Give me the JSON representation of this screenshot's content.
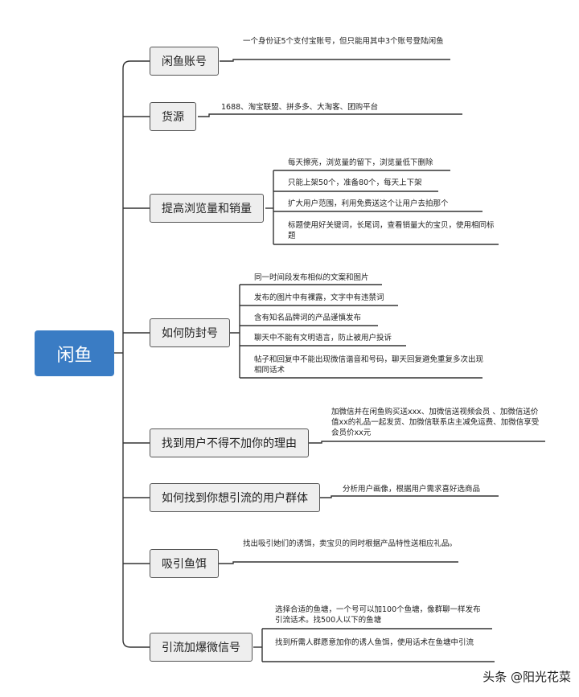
{
  "root": {
    "label": "闲鱼"
  },
  "branches": [
    {
      "label": "闲鱼账号",
      "leaves": [
        "一个身份证5个支付宝账号，但只能用其中3个账号登陆闲鱼"
      ]
    },
    {
      "label": "货源",
      "leaves": [
        "1688、淘宝联盟、拼多多、大淘客、团购平台"
      ]
    },
    {
      "label": "提高浏览量和销量",
      "leaves": [
        "每天擦亮，浏览量的留下，浏览量低下删除",
        "只能上架50个，准备80个，每天上下架",
        "扩大用户范围，利用免费送这个让用户去拍那个",
        "标题使用好关键词，长尾词，查看销量大的宝贝，使用相同标题"
      ]
    },
    {
      "label": "如何防封号",
      "leaves": [
        "同一时间段发布相似的文案和图片",
        "发布的图片中有裸露，文字中有违禁词",
        "含有知名品牌词的产品谨慎发布",
        "聊天中不能有文明语言，防止被用户投诉",
        "帖子和回复中不能出现微信谐音和号码，聊天回复避免重复多次出现相同话术"
      ]
    },
    {
      "label": "找到用户不得不加你的理由",
      "leaves": [
        "加微信并在闲鱼购买送xxx、加微信送视频会员 、加微信送价值xx的礼品一起发货、加微信联系店主减免运费、加微信享受会员价xx元"
      ]
    },
    {
      "label": "如何找到你想引流的用户群体",
      "leaves": [
        "分析用户画像，根据用户需求喜好选商品"
      ]
    },
    {
      "label": "吸引鱼饵",
      "leaves": [
        "找出吸引她们的诱饵，卖宝贝的同时根据产品特性送相应礼品。"
      ]
    },
    {
      "label": "引流加爆微信号",
      "leaves": [
        "选择合适的鱼塘，一个号可以加100个鱼塘，像群聊一样发布引流话术。找500人以下的鱼塘",
        "找到所需人群愿意加你的诱人鱼饵，使用话术在鱼塘中引流"
      ]
    }
  ],
  "watermark": "头条 @阳光花菜",
  "colors": {
    "root": "#3a7cc4",
    "branch_fill": "#eeeeee",
    "line": "#333333"
  }
}
